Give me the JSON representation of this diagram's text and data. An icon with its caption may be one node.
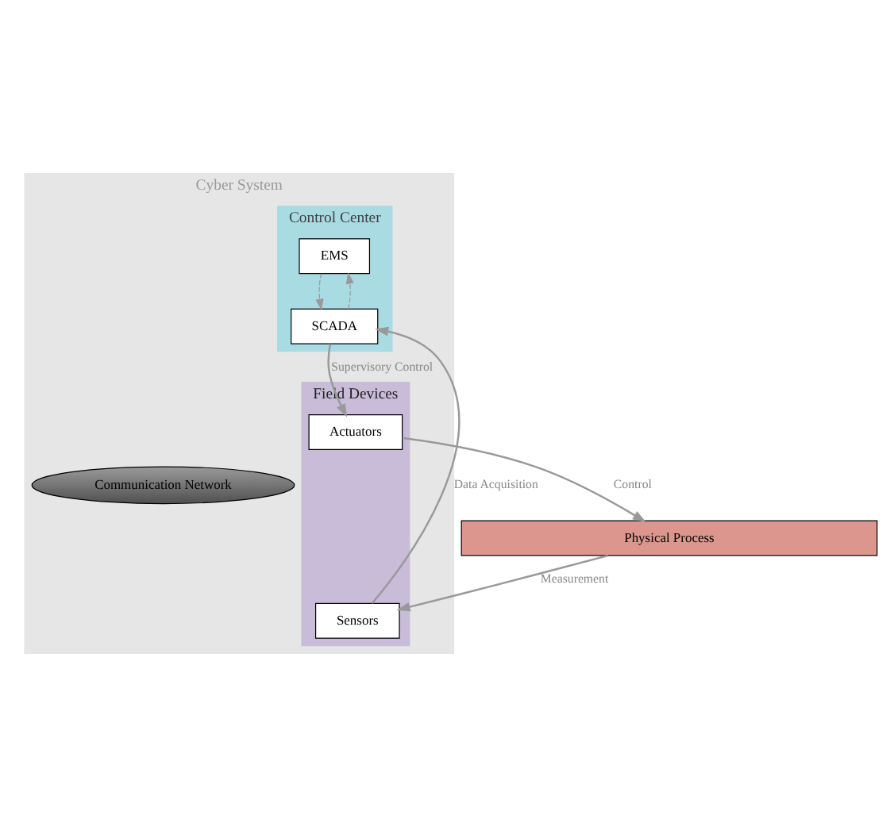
{
  "diagram": {
    "nodes": [
      {
        "text": [
          "Cyber System"
        ]
      },
      {
        "text": [
          "Control Center"
        ],
        "in": 0
      },
      {
        "text": [
          "EMS"
        ],
        "in": 1
      },
      {
        "text": [
          "SCADA"
        ],
        "in": 1
      },
      {
        "text": [
          "Communication Network"
        ],
        "in": 0
      },
      {
        "text": [
          "Field Devices"
        ],
        "in": 0
      },
      {
        "text": [
          "Sensors"
        ],
        "in": 5
      },
      {
        "text": [
          "Actuators"
        ],
        "in": 5
      },
      {
        "text": [
          "Physical Process"
        ]
      }
    ],
    "edges": [
      {
        "from": 3,
        "to": 2,
        "arrow": "to",
        "style": "dashed"
      },
      {
        "from": 2,
        "to": 3,
        "arrow": "to",
        "style": "dashed"
      },
      {
        "from": 6,
        "to": 3,
        "arrow": "to",
        "label": "Data Acquisition"
      },
      {
        "from": 3,
        "to": 7,
        "arrow": "to",
        "label": "Supervisory Control"
      },
      {
        "from": 8,
        "to": 6,
        "arrow": "to",
        "label": "Measurement"
      },
      {
        "from": 7,
        "to": 8,
        "arrow": "to",
        "label": "Control"
      }
    ]
  }
}
